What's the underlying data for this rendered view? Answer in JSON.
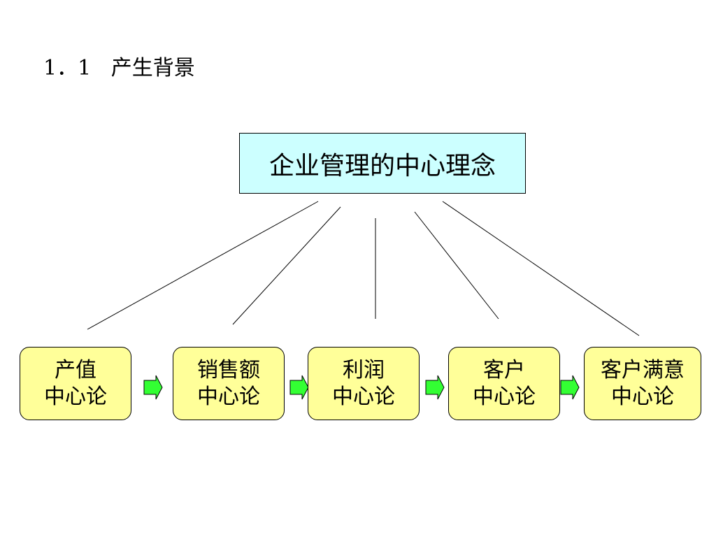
{
  "title": "1．1   产生背景",
  "root": {
    "label": "企业管理的中心理念"
  },
  "nodes": [
    {
      "line1": "产值",
      "line2": "中心论"
    },
    {
      "line1": "销售额",
      "line2": "中心论"
    },
    {
      "line1": "利润",
      "line2": "中心论"
    },
    {
      "line1": "客户",
      "line2": "中心论"
    },
    {
      "line1": "客户满意",
      "line2": "中心论"
    }
  ],
  "colors": {
    "root_fill": "#ccffff",
    "node_fill": "#ffff99",
    "arrow_fill": "#33ff33",
    "stroke": "#000000"
  },
  "icons": {
    "progression_arrow": "right-arrow-icon"
  }
}
